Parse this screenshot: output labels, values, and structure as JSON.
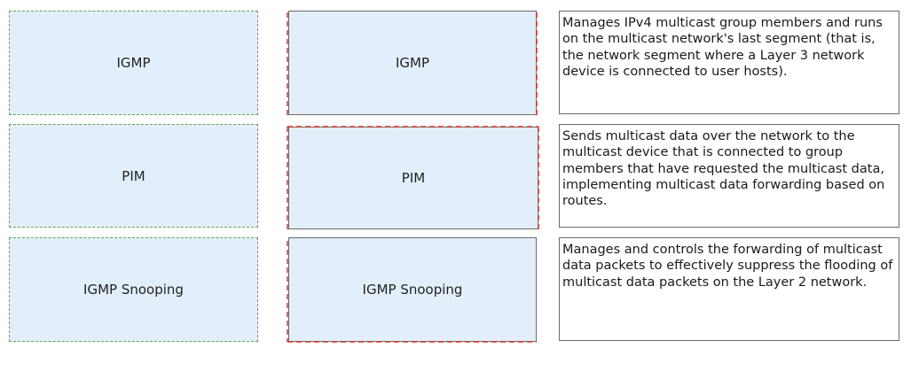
{
  "left_column": [
    {
      "label": "IGMP"
    },
    {
      "label": "PIM"
    },
    {
      "label": "IGMP Snooping"
    }
  ],
  "middle_column": [
    {
      "label": "IGMP"
    },
    {
      "label": "PIM"
    },
    {
      "label": "IGMP Snooping"
    }
  ],
  "descriptions": [
    {
      "text": "Manages IPv4 multicast group members and runs on the multicast network's last segment (that is, the network segment where a Layer 3 network device is connected to user hosts)."
    },
    {
      "text": "Sends multicast data over the network to the multicast device that is connected to group members that have requested the multicast data, implementing multicast data forwarding based on routes."
    },
    {
      "text": "Manages and controls the forwarding of multicast data packets to effectively suppress the flooding of multicast data packets on the Layer 2 network."
    }
  ],
  "colors": {
    "choice_fill": "#e2effa",
    "green_dash": "#5fa64f",
    "red_dash": "#d9342b",
    "border_gray": "#6b6b6b"
  }
}
